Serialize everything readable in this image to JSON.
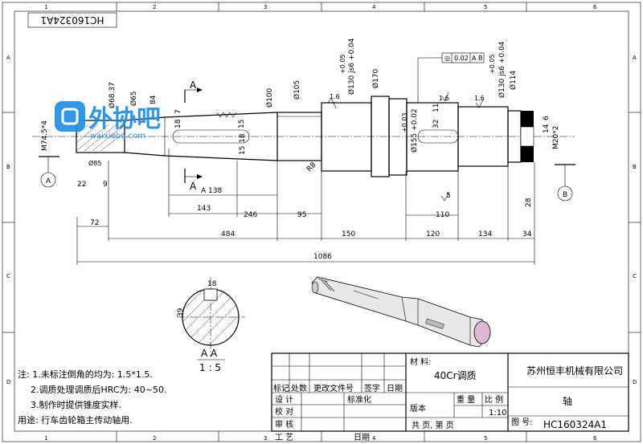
{
  "drawing_number_top": "HC160324A1",
  "zones": {
    "columns": [
      "1",
      "2",
      "3",
      "4",
      "5",
      "6"
    ],
    "rows": [
      "A",
      "B",
      "C",
      "D"
    ]
  },
  "watermark": {
    "brand": "外协吧",
    "url": "waixieba.com"
  },
  "section_labels": {
    "cut_a": "A",
    "view_a": "A",
    "view_b": "B",
    "section_title": "A A",
    "section_scale": "1 : 5"
  },
  "dimensions": {
    "d_6837": "Ø68.37",
    "d_65": "Ø65",
    "d_84": "84",
    "m_thread": "M74.5*4",
    "d_85": "Ø85",
    "len_22": "22",
    "len_9": "9",
    "len_7": "7",
    "key_18": "18",
    "key_15": "15",
    "d_100": "Ø100",
    "d_105": "Ø105",
    "d_130_top": "Ø130 js6 +0.04",
    "tol_005": "+0.05",
    "d_170": "Ø170",
    "rough_16a": "1.6",
    "rough_16b": "1.6",
    "rough_16c": "1.6",
    "r8": "R8",
    "key_18b": "18",
    "key_15b": "15",
    "d_155": "Ø155 +0.02",
    "tol_003": "+0.03",
    "key_32": "32",
    "key_11": "11",
    "runout_sym": "◎",
    "runout_val": "0.02",
    "runout_ref": "A B",
    "d_130_right": "Ø130 js6 +0.04",
    "tol_005b": "+0.05",
    "d_114": "Ø114",
    "m_thread_r": "M20*2",
    "thread_14": "14",
    "thread_6": "6",
    "len_5": "5",
    "len_28": "28",
    "len_138": "A 138",
    "len_143": "143",
    "len_246": "246",
    "len_95": "95",
    "len_110": "110",
    "len_72": "72",
    "len_484": "484",
    "len_150": "150",
    "len_120": "120",
    "len_134": "134",
    "len_34": "34",
    "len_1086": "1086",
    "sec_18": "18",
    "sec_39": "39"
  },
  "notes": {
    "line1": "注: 1.未标注倒角的均为: 1.5*1.5.",
    "line2": "2.调质处理调质后HRC为: 40~50.",
    "line3": "3.制作时提供锥度实样.",
    "usage": "用途: 行车齿轮箱主传动轴用."
  },
  "title_block": {
    "material_label": "材 料:",
    "material_value": "40Cr调质",
    "company": "苏州恒丰机械有限公司",
    "part_name": "轴",
    "drawing_no_label": "图 号:",
    "drawing_no": "HC160324A1",
    "scale_value": "1:10",
    "h_mark": "标记",
    "h_count": "处数",
    "h_change": "更改文件号",
    "h_sign": "签字",
    "h_date": "日期",
    "r_design": "设 计",
    "r_std": "标准化",
    "r_check": "校 对",
    "r_review": "审 核",
    "r_process": "工 艺",
    "r_date": "日期",
    "version": "版本",
    "weight": "重 量",
    "ratio": "比 例",
    "sheets": "共   页, 第   页"
  }
}
